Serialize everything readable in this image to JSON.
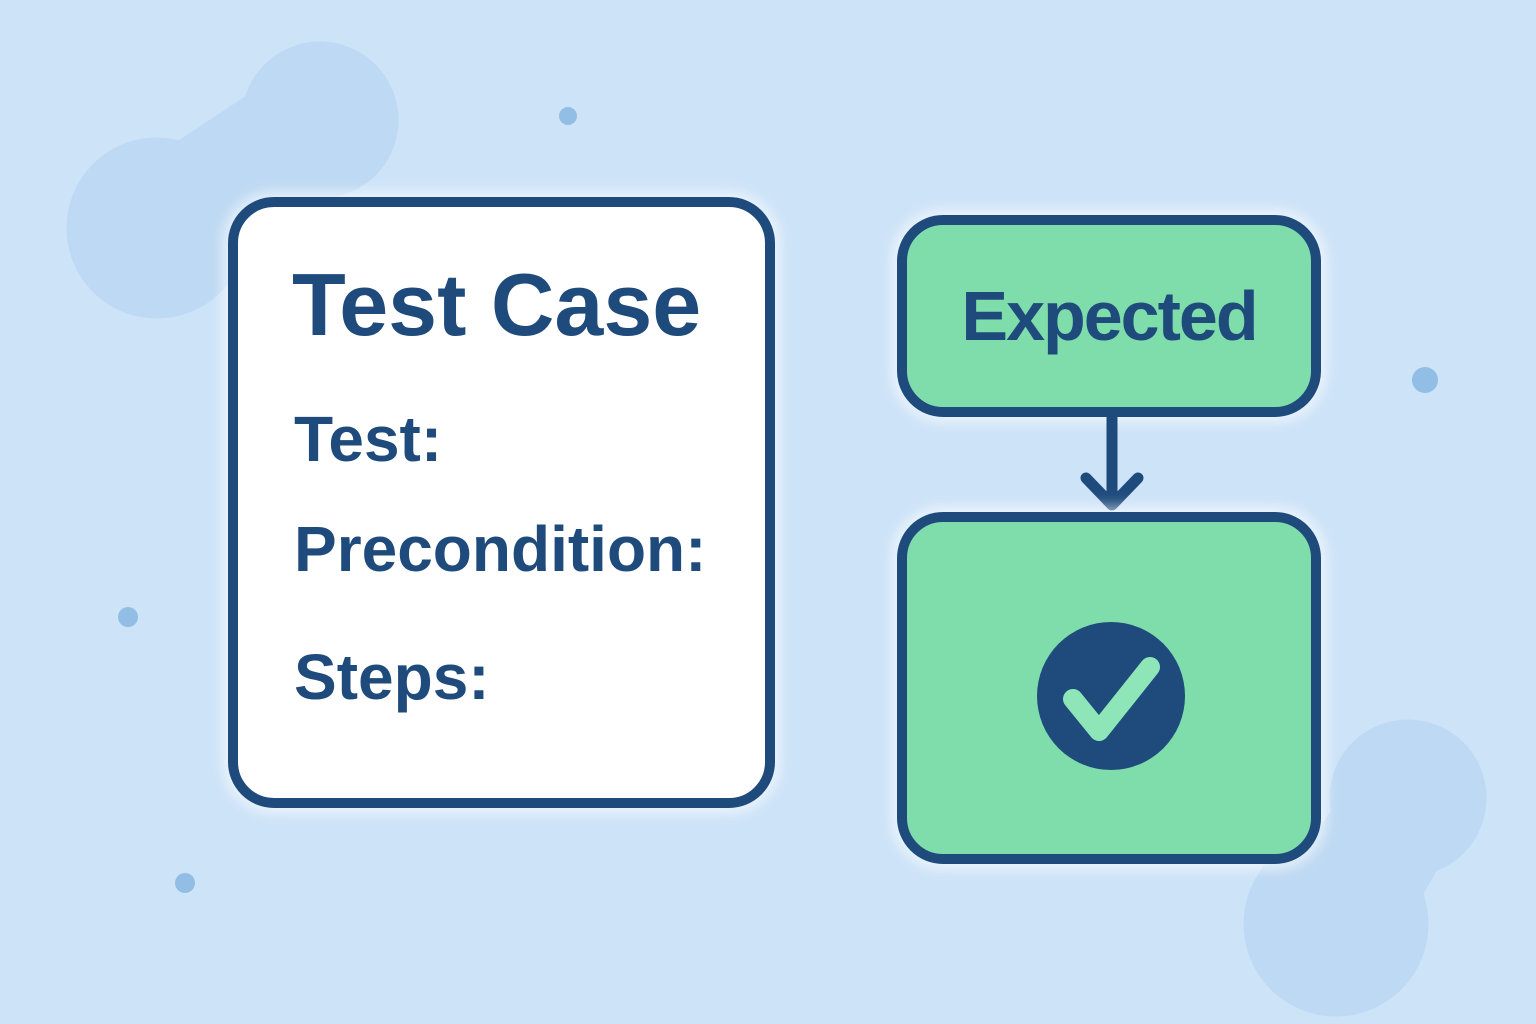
{
  "card": {
    "title": "Test Case",
    "fields": [
      {
        "label": "Test:"
      },
      {
        "label": "Precondition:"
      },
      {
        "label": "Steps:"
      }
    ]
  },
  "flow": {
    "expected_label": "Expected"
  },
  "icons": {
    "connector": "arrow-down-icon",
    "result": "check-circle-icon"
  },
  "colors": {
    "background": "#cde3f8",
    "blob": "#bed9f3",
    "dot": "#92bee6",
    "navy": "#1e4b7c",
    "green": "#7fdcab",
    "check_mint": "#8ee5b8",
    "card_background": "#ffffff"
  }
}
